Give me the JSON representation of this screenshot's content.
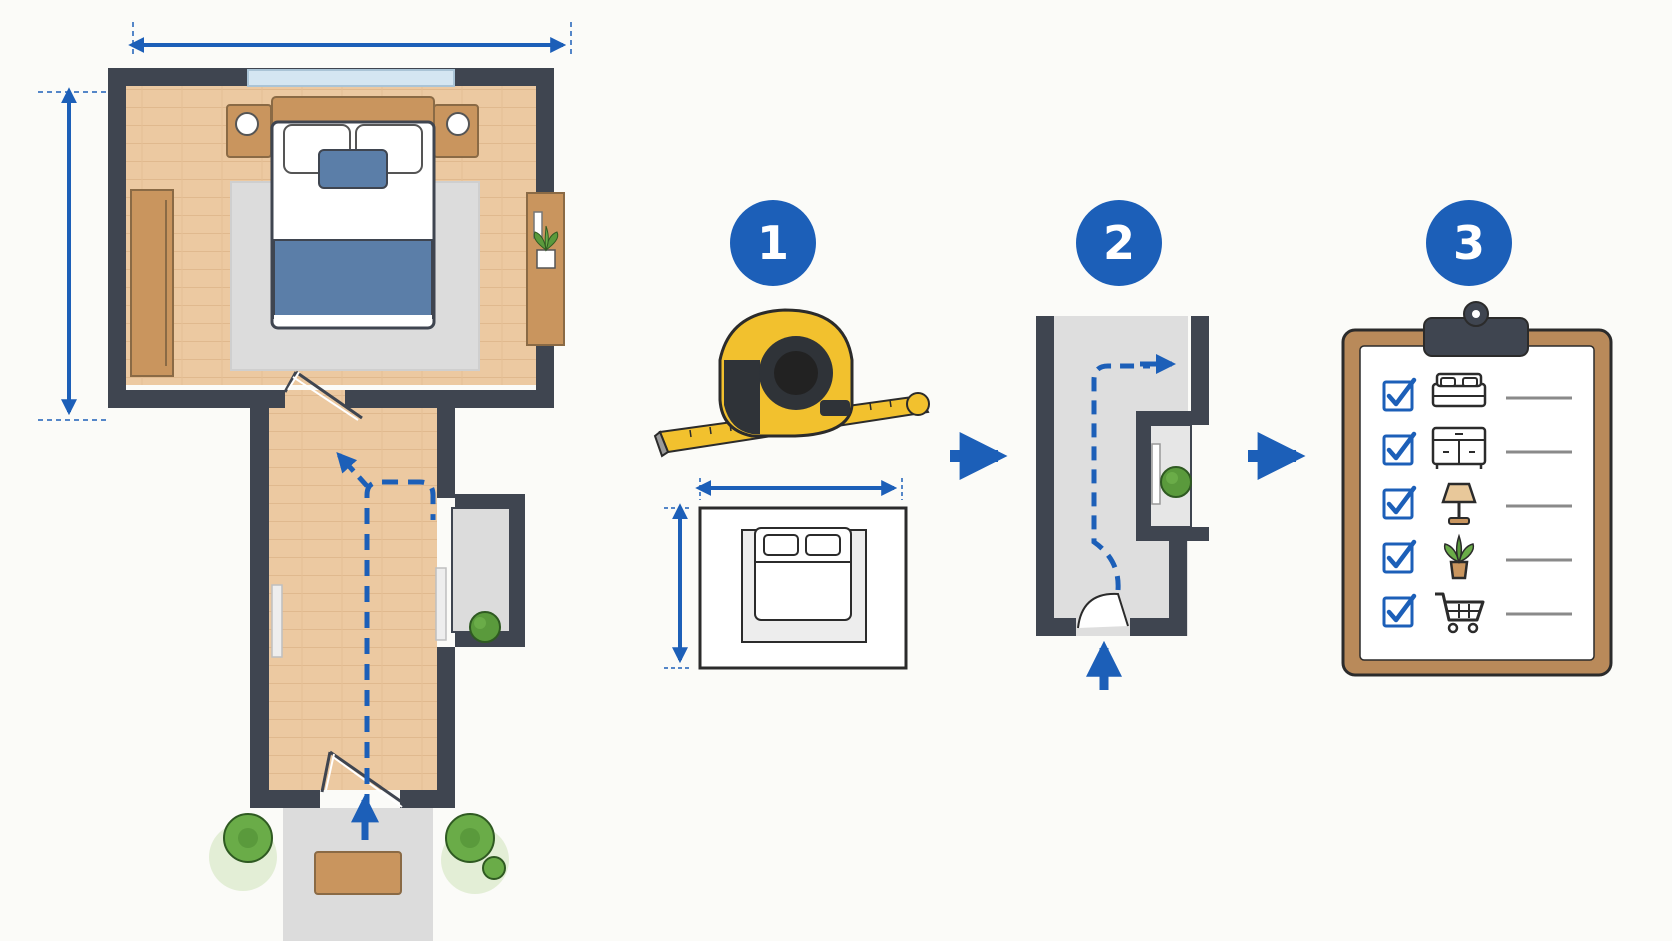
{
  "steps": [
    {
      "number": "1",
      "icon": "tape-measure-icon"
    },
    {
      "number": "2",
      "icon": "doorway-path-icon"
    },
    {
      "number": "3",
      "icon": "checklist-clipboard-icon"
    }
  ],
  "checklist_items": [
    {
      "icon": "bed-icon",
      "checked": true
    },
    {
      "icon": "dresser-icon",
      "checked": true
    },
    {
      "icon": "lamp-icon",
      "checked": true
    },
    {
      "icon": "plant-icon",
      "checked": true
    },
    {
      "icon": "shopping-cart-icon",
      "checked": true
    }
  ],
  "colors": {
    "accent_blue": "#1c5fb8",
    "wall": "#3f4550",
    "floor": "#ebc9a2",
    "rug": "#dcdcdc",
    "duvet": "#5b7ea8",
    "furniture": "#c9955e",
    "tape_yellow": "#f2c12e",
    "clipboard": "#b98a5a",
    "plant": "#5a9a3c"
  }
}
